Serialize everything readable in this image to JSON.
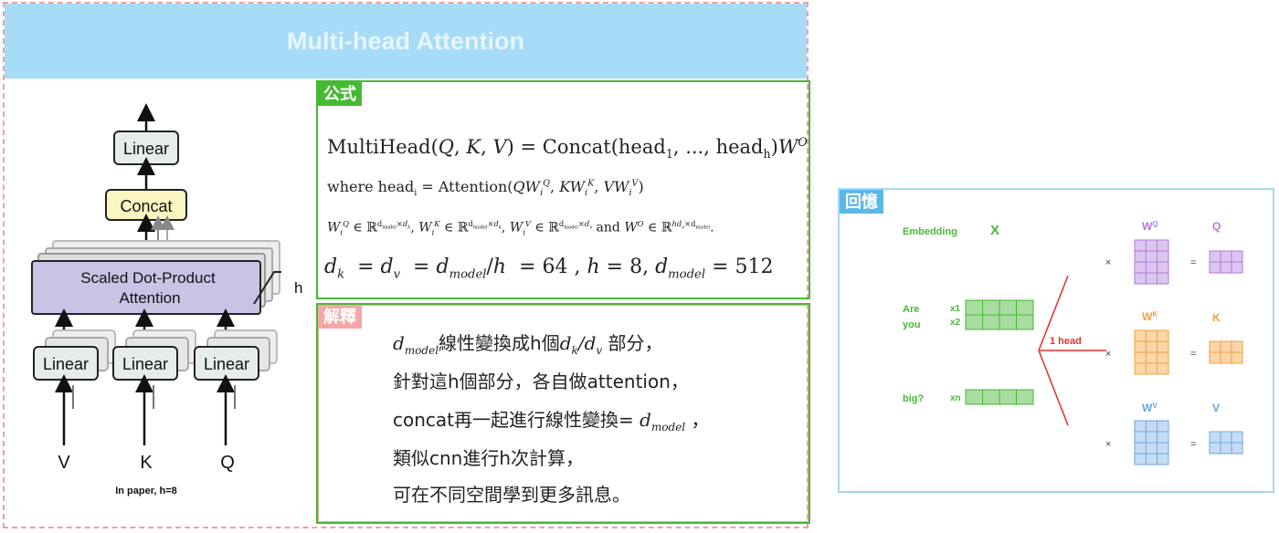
{
  "title": "Multi-head Attention",
  "diagram": {
    "blocks": {
      "linear_top": "Linear",
      "concat": "Concat",
      "sdpa_line1": "Scaled Dot-Product",
      "sdpa_line2": "Attention",
      "linear_v": "Linear",
      "linear_k": "Linear",
      "linear_q": "Linear"
    },
    "h_label": "h",
    "inputs": [
      "V",
      "K",
      "Q"
    ],
    "caption": "In paper, h=8",
    "colors": {
      "concat": "#fbf5c2",
      "attention": "#c8c4e6",
      "linear": "#e6ecea"
    }
  },
  "formula": {
    "tag": "公式",
    "multihead": "MultiHead(Q, K, V) = Concat(head1, ..., headh)WO",
    "where": "where headi = Attention(QWiQ, KWiK, VWiV)",
    "dims": "WiQ ∈ ℝdmodel×dk, WiK ∈ ℝdmodel×dk, WiV ∈ ℝdmodel×dv and WO ∈ ℝhdv×dmodel.",
    "values": "dk = dv = dmodel/h = 64 , h = 8, dmodel = 512"
  },
  "explain": {
    "tag": "解釋",
    "line1_text": "線性變換成h個",
    "line1_tail": "部分，",
    "line2": "針對這h個部分，各自做attention，",
    "line3_text": "concat再一起進行線性變換=",
    "line3_tail": "，",
    "line4": "類似cnn進行h次計算，",
    "line5": "可在不同空間學到更多訊息。"
  },
  "recall": {
    "tag": "回憶",
    "embedding": "Embedding",
    "x_label": "X",
    "words": [
      "Are",
      "you",
      "big?"
    ],
    "row_labels": [
      "x1",
      "x2",
      "xn"
    ],
    "head_label": "1 head",
    "weights": [
      "WQ",
      "WK",
      "WV"
    ],
    "outputs": [
      "Q",
      "K",
      "V"
    ],
    "times": "×",
    "equals": "=",
    "colors": {
      "q": "#b27bd9",
      "k": "#f0a040",
      "v": "#6aa6e0",
      "x": "#46b934",
      "head": "#e03030"
    }
  }
}
